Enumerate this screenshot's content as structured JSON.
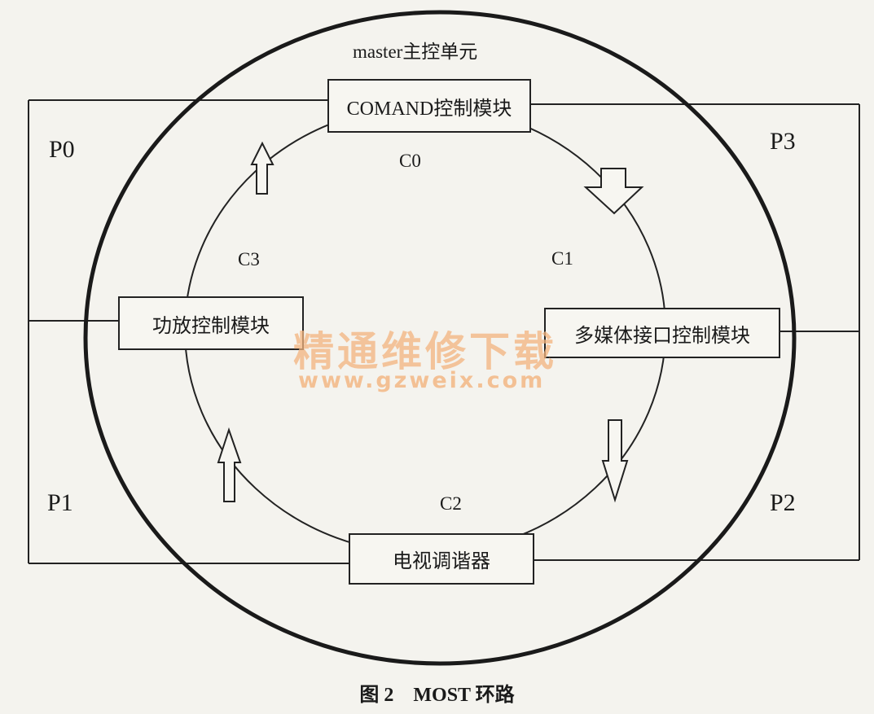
{
  "diagram": {
    "master_label": "master主控单元",
    "nodes": {
      "comand": "COMAND控制模块",
      "amplifier": "功放控制模块",
      "multimedia": "多媒体接口控制模块",
      "tv_tuner": "电视调谐器"
    },
    "channels": {
      "c0": "C0",
      "c1": "C1",
      "c2": "C2",
      "c3": "C3"
    },
    "ports": {
      "p0": "P0",
      "p1": "P1",
      "p2": "P2",
      "p3": "P3"
    },
    "caption": "图 2　MOST 环路"
  },
  "watermark": {
    "line1": "精通维修下载",
    "line2": "www.gzweix.com"
  }
}
